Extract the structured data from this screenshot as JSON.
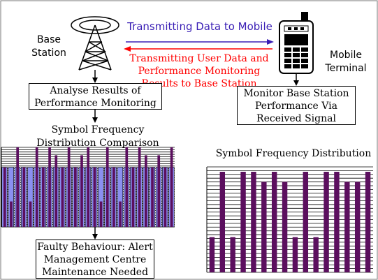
{
  "labels": {
    "base_station_l1": "Base",
    "base_station_l2": "Station",
    "mobile_terminal_l1": "Mobile",
    "mobile_terminal_l2": "Terminal",
    "tx_to_mobile": "Transmitting Data to Mobile",
    "tx_back_l1": "Transmitting User Data and",
    "tx_back_l2": "Performance Monitoring",
    "tx_back_l3": "Results to Base Station",
    "analyse_l1": "Analyse Results of",
    "analyse_l2": "Performance Monitoring",
    "monitor_l1": "Monitor Base Station",
    "monitor_l2": "Performance Via",
    "monitor_l3": "Received Signal",
    "faulty_l1": "Faulty Behaviour: Alert",
    "faulty_l2": "Management Centre",
    "faulty_l3": "Maintenance Needed"
  },
  "colors": {
    "tx_to_mobile": "#3a1fb5",
    "tx_back": "#ff0000",
    "bar_purple": "#5b0f5e",
    "bar_blue": "#8a8ff0"
  },
  "chart_data": [
    {
      "type": "bar",
      "title": "Symbol Frequency Distribution Comparison",
      "series": [
        {
          "values": [
            0.75,
            0.32,
            1.0,
            0.75,
            0.32,
            1.0,
            0.75,
            1.0,
            0.9,
            0.75,
            1.0,
            0.75,
            0.9,
            1.0,
            0.75,
            0.32,
            1.0,
            0.75,
            0.32,
            1.0,
            0.75,
            1.0,
            0.9,
            0.75,
            0.9,
            0.75,
            1.0
          ]
        },
        {
          "values": [
            0.75,
            0.75,
            0.75,
            0.75,
            0.75,
            0.75,
            0.75,
            0.75,
            0.75,
            0.75,
            0.75,
            0.75,
            0.75,
            0.75,
            0.75,
            0.75,
            0.75,
            0.75,
            0.75,
            0.75,
            0.75,
            0.75,
            0.75,
            0.75,
            0.75,
            0.75,
            0.75
          ]
        }
      ],
      "ylim": [
        0,
        1
      ]
    },
    {
      "type": "bar",
      "title": "Symbol Frequency Distribution",
      "values": [
        0.35,
        1.0,
        0.35,
        1.0,
        1.0,
        0.9,
        1.0,
        0.9,
        0.35,
        1.0,
        0.35,
        1.0,
        1.0,
        0.9,
        0.9,
        1.0
      ],
      "ylim": [
        0,
        1
      ]
    }
  ]
}
